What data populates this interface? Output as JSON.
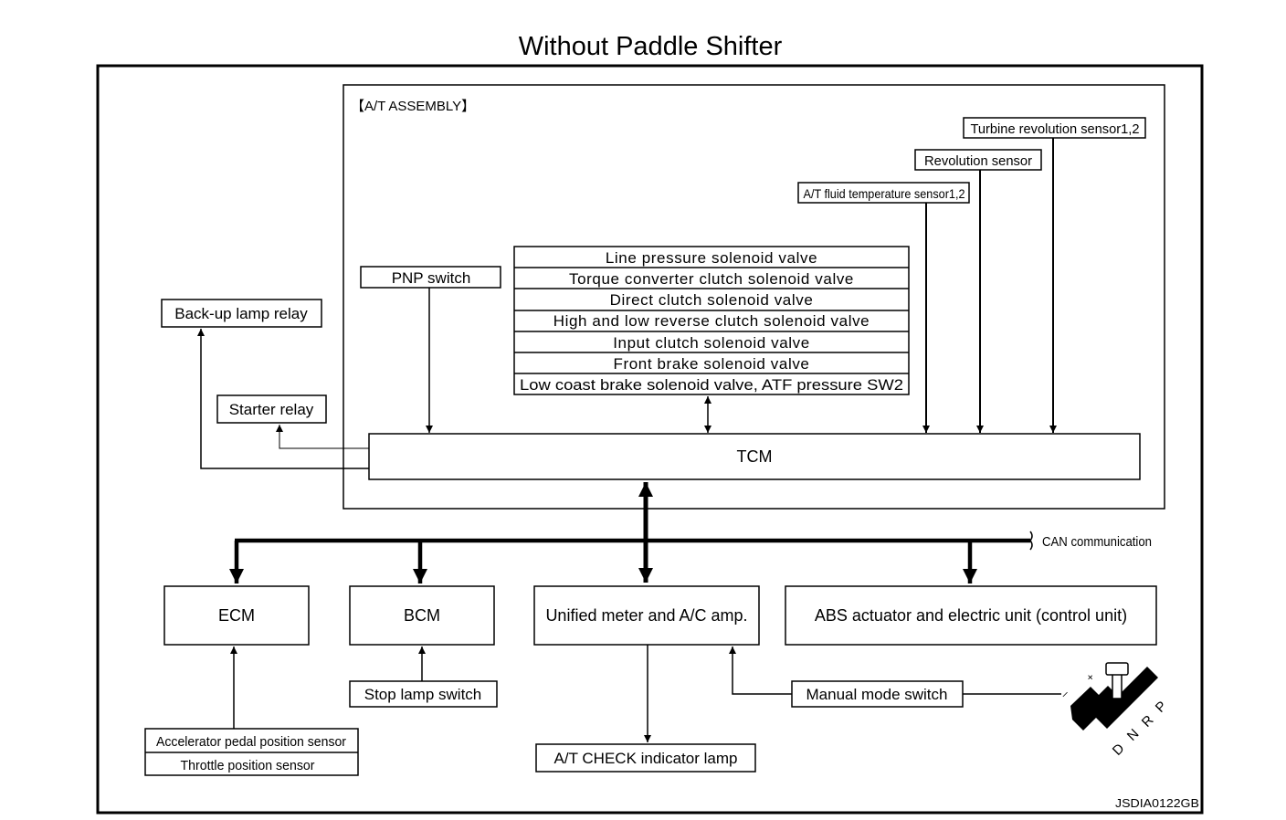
{
  "title": "Without Paddle Shifter",
  "assembly_label": "【A/T ASSEMBLY】",
  "sensors": {
    "turbine": "Turbine revolution sensor1,2",
    "revolution": "Revolution sensor",
    "fluid_temp": "A/T fluid temperature sensor1,2"
  },
  "pnp_switch": "PNP switch",
  "solenoids": [
    "Line pressure solenoid valve",
    "Torque converter clutch solenoid valve",
    "Direct clutch solenoid valve",
    "High and low reverse clutch solenoid valve",
    "Input clutch solenoid valve",
    "Front brake solenoid valve",
    "Low coast brake solenoid valve, ATF pressure SW2"
  ],
  "backup_lamp_relay": "Back-up lamp relay",
  "starter_relay": "Starter relay",
  "tcm": "TCM",
  "can_label": "CAN communication",
  "modules": {
    "ecm": "ECM",
    "bcm": "BCM",
    "meter": "Unified meter and A/C amp.",
    "abs": "ABS actuator and electric unit (control unit)"
  },
  "stop_lamp_switch": "Stop lamp switch",
  "accel_sensors": [
    "Accelerator pedal position sensor",
    "Throttle position sensor"
  ],
  "at_check_lamp": "A/T CHECK indicator lamp",
  "manual_mode_switch": "Manual mode switch",
  "shifter_positions": {
    "p": "P",
    "r": "R",
    "n": "N",
    "d": "D",
    "plus": "+",
    "minus": "–"
  },
  "doc_code": "JSDIA0122GB"
}
